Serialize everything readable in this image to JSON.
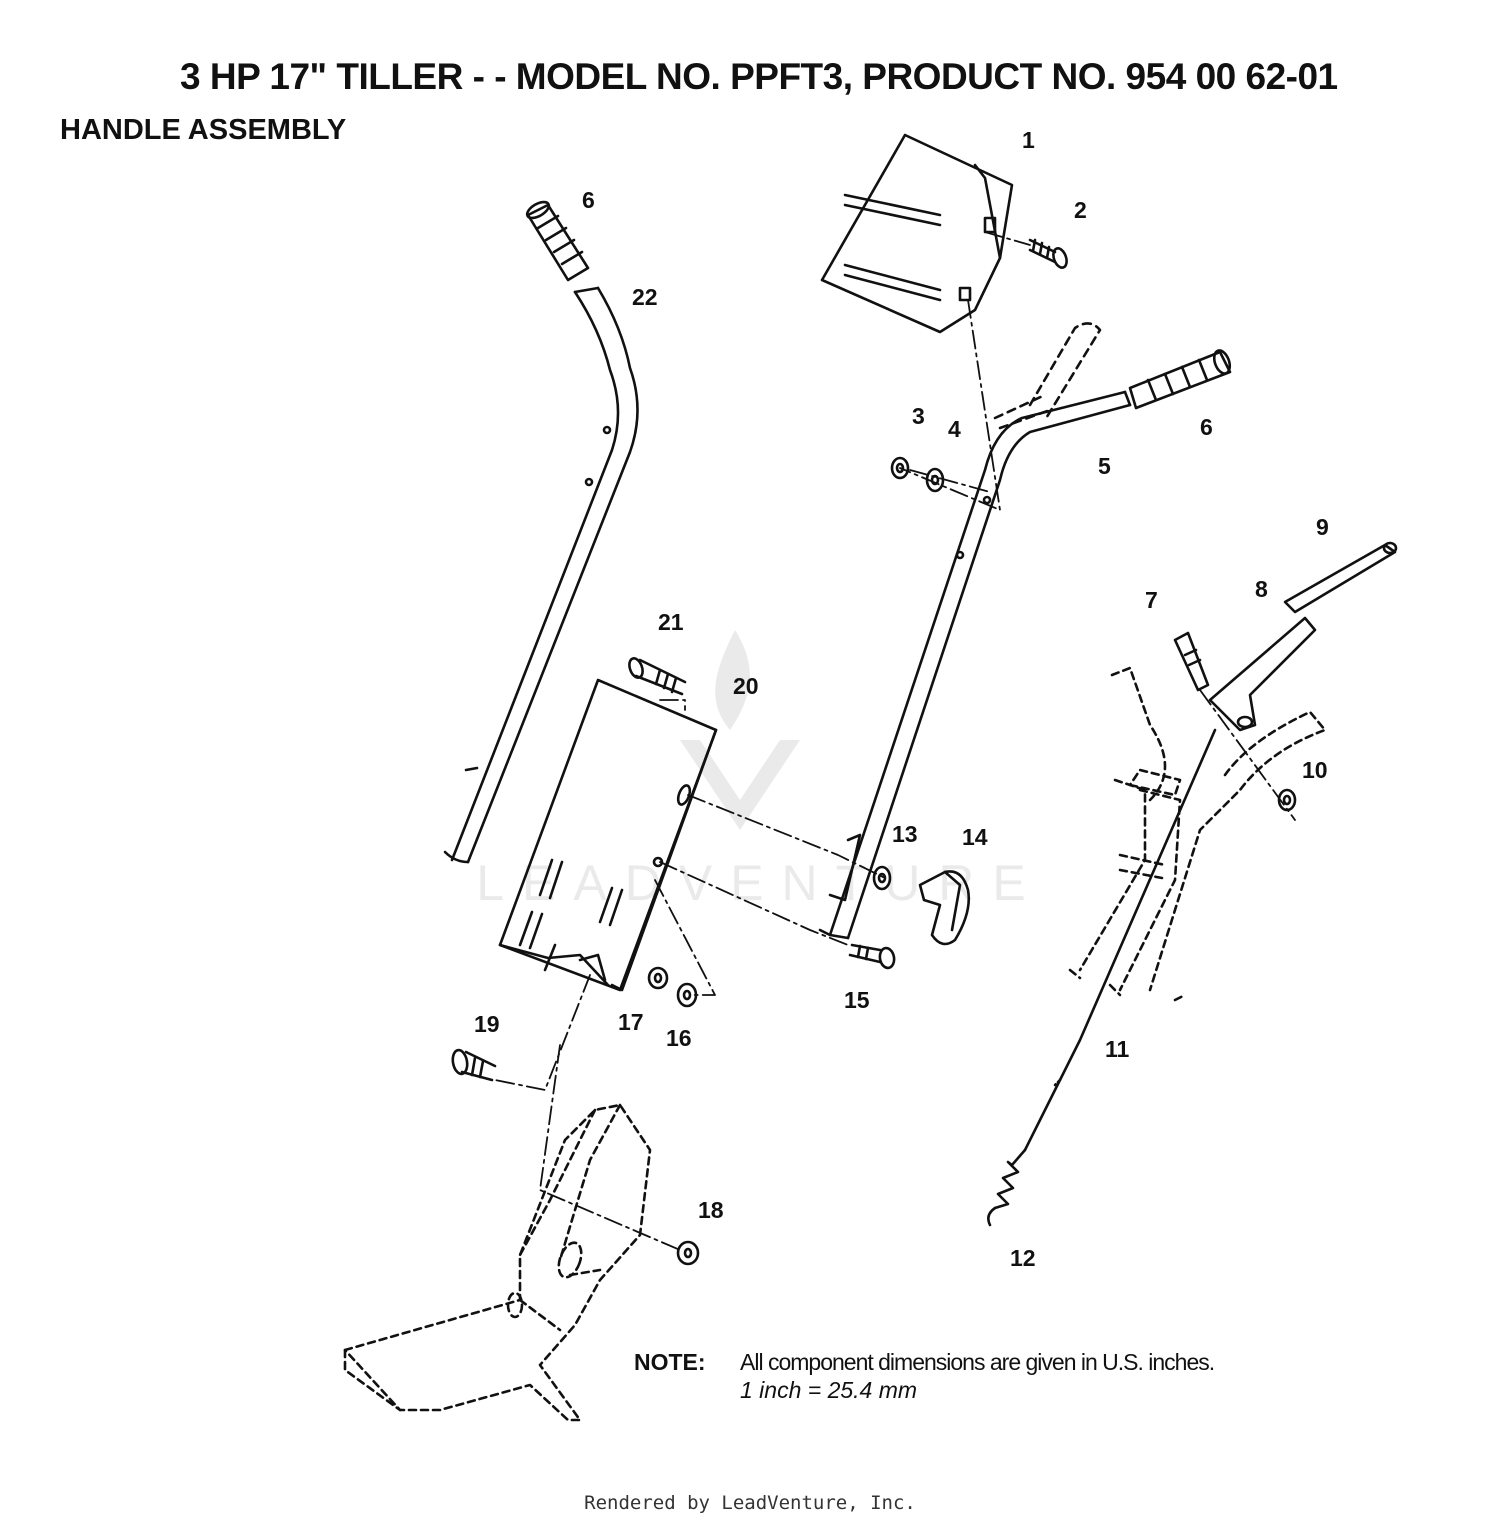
{
  "header": {
    "title": "3 HP  17\" TILLER - - MODEL NO. PPFT3, PRODUCT NO. 954 00 62-01",
    "subtitle": "HANDLE ASSEMBLY"
  },
  "callouts": {
    "c1": "1",
    "c2": "2",
    "c3": "3",
    "c4": "4",
    "c5": "5",
    "c6a": "6",
    "c6b": "6",
    "c7": "7",
    "c8": "8",
    "c9": "9",
    "c10": "10",
    "c11": "11",
    "c12": "12",
    "c13": "13",
    "c14": "14",
    "c15": "15",
    "c16": "16",
    "c17": "17",
    "c18": "18",
    "c19": "19",
    "c20": "20",
    "c21": "21",
    "c22": "22"
  },
  "note": {
    "label": "NOTE:",
    "line1": "All component dimensions are given in U.S. inches.",
    "line2": "1 inch = 25.4 mm"
  },
  "footer": {
    "text": "Rendered by LeadVenture, Inc."
  },
  "watermark": {
    "text": "LEADVENTURE"
  }
}
